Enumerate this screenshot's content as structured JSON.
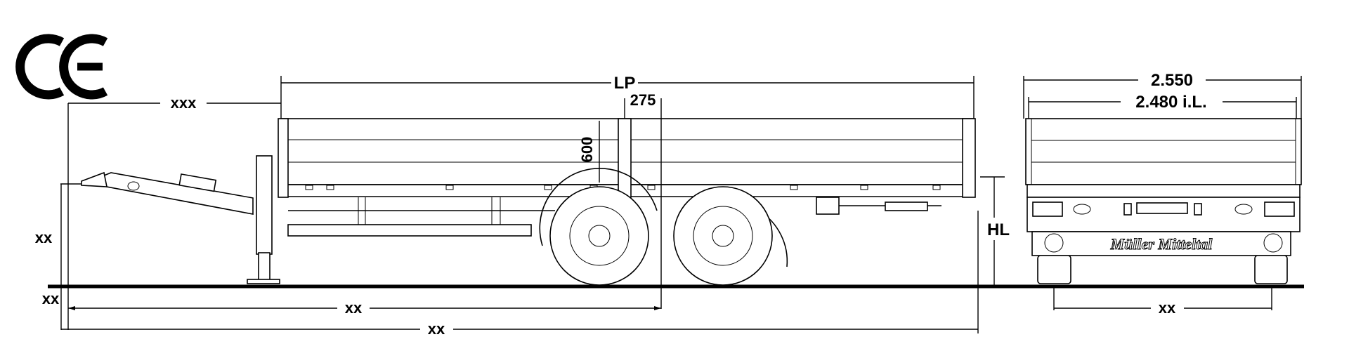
{
  "mark": {
    "logo": "CE"
  },
  "side_view": {
    "dim_drawbar": "xxx",
    "dim_loading_length": "LP",
    "dim_offset": "275",
    "dim_side_height": "600",
    "dim_loading_height": "HL",
    "dim_hitch_height": "xx",
    "dim_hitch_ground": "xx",
    "dim_hitch_to_axle": "xx",
    "dim_overall_length": "xx"
  },
  "rear_view": {
    "dim_overall_width": "2.550",
    "dim_inner_width": "2.480 i.L.",
    "dim_track": "xx",
    "brand_logo": "Müller Mitteltal"
  },
  "colors": {
    "line": "#000000",
    "background": "#ffffff"
  }
}
